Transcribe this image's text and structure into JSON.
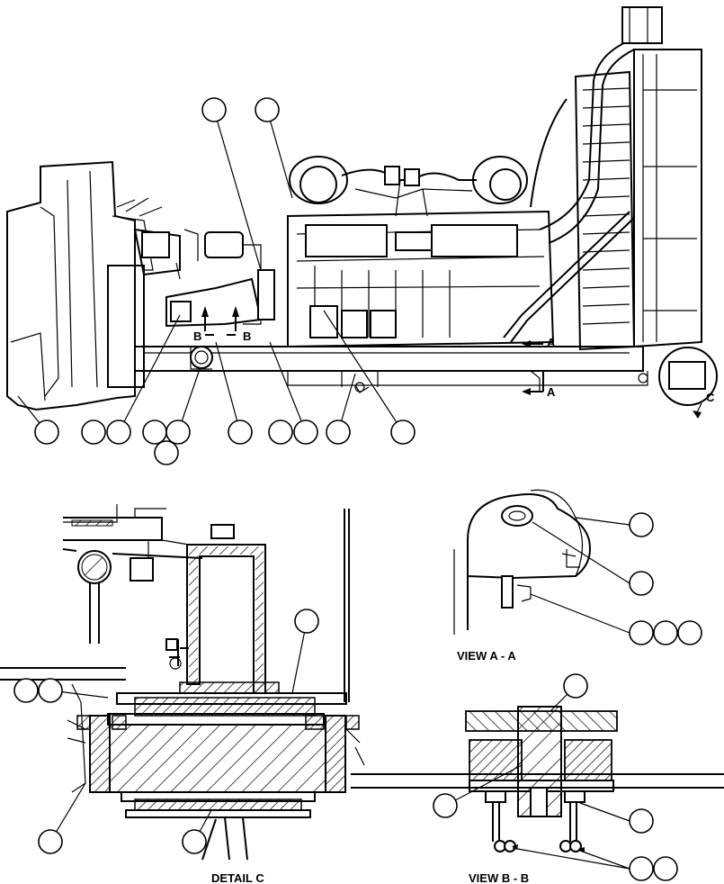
{
  "captions": {
    "view_aa": "VIEW A - A",
    "detail_c": "DETAIL C",
    "view_bb": "VIEW B - B"
  },
  "section_markers": {
    "b_left": "B",
    "b_right": "B",
    "a_upper": "A",
    "a_lower": "A",
    "c": "C"
  }
}
